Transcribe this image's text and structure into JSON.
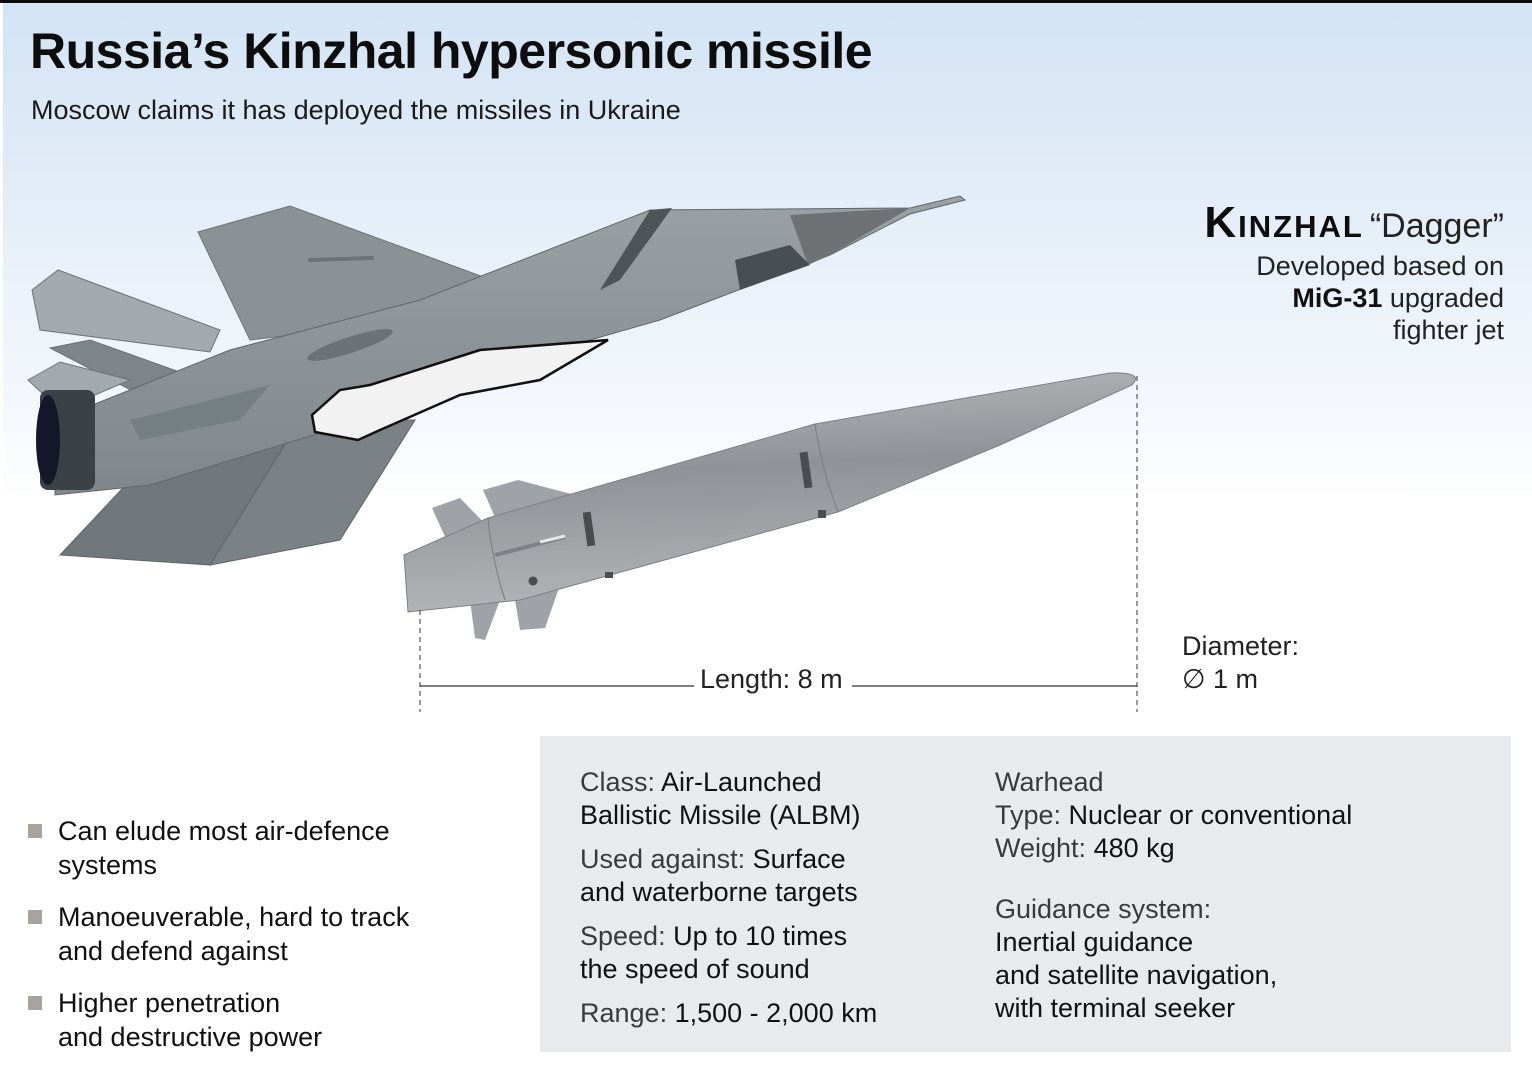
{
  "header": {
    "title": "Russia’s Kinzhal hypersonic missile",
    "subtitle": "Moscow claims it has deployed the missiles in Ukraine"
  },
  "missile": {
    "name": "Kinzhal",
    "alias": "“Dagger”",
    "desc_line1": "Developed based on",
    "desc_bold": "MiG-31",
    "desc_line2_rest": " upgraded",
    "desc_line3": "fighter jet"
  },
  "dimensions": {
    "length_label": "Length: 8 m",
    "diameter_label": "Diameter:",
    "diameter_value": "∅ 1 m"
  },
  "bullets": [
    {
      "line1": "Can elude most air-defence",
      "line2": "systems"
    },
    {
      "line1": "Manoeuverable, hard to track",
      "line2": "and defend against"
    },
    {
      "line1": "Higher penetration",
      "line2": "and destructive power"
    }
  ],
  "specs": {
    "class_label": "Class: ",
    "class_value1": "Air-Launched",
    "class_value2": "Ballistic Missile (ALBM)",
    "used_label": "Used against: ",
    "used_value1": "Surface",
    "used_value2": "and waterborne targets",
    "speed_label": "Speed: ",
    "speed_value1": "Up to 10 times",
    "speed_value2": "the speed of sound",
    "range_label": "Range: ",
    "range_value": "1,500 - 2,000 km",
    "warhead_heading": "Warhead",
    "type_label": "Type: ",
    "type_value": "Nuclear or conventional",
    "weight_label": "Weight: ",
    "weight_value": "480 kg",
    "guidance_label": "Guidance system:",
    "guidance_value1": "Inertial guidance",
    "guidance_value2": "and satellite navigation,",
    "guidance_value3": "with terminal seeker"
  },
  "colors": {
    "sky_top": "#d3e4f5",
    "panel_bg": "#e9eaeb",
    "bullet_square": "#a9a39f",
    "jet_gray": "#8c9396",
    "missile_gray": "#a8aaae"
  }
}
